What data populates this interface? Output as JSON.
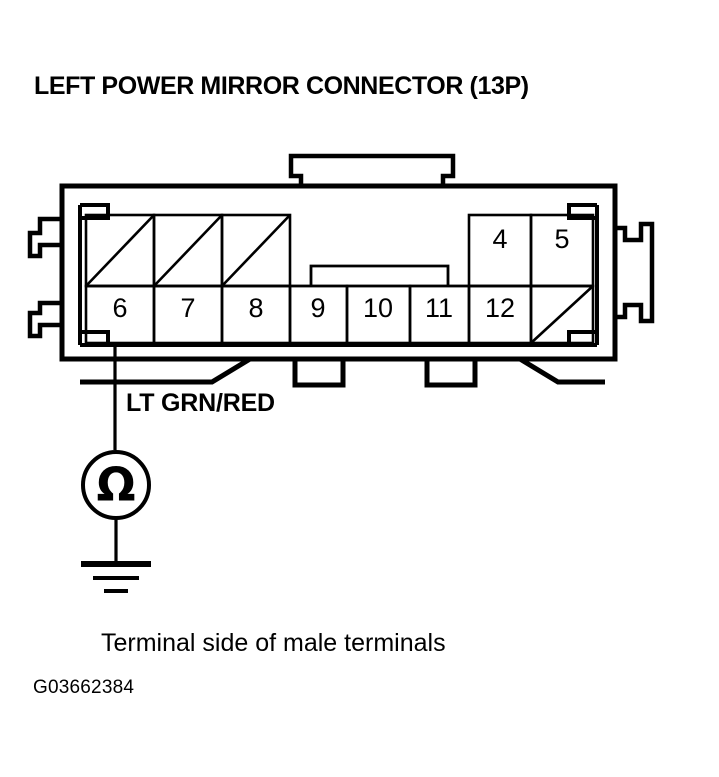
{
  "figure": {
    "title": "LEFT POWER MIRROR CONNECTOR (13P)",
    "caption": "Terminal side of male terminals",
    "figure_id": "G03662384",
    "wire_label": "LT GRN/RED",
    "background_color": "#ffffff",
    "line_color": "#000000"
  },
  "connector": {
    "type": "13P",
    "name": "Left Power Mirror Connector",
    "view": "Terminal side of male terminals",
    "top_row": {
      "cells": [
        {
          "label": "",
          "blanked": true,
          "name": "top-cell-blank-1"
        },
        {
          "label": "",
          "blanked": true,
          "name": "top-cell-blank-2"
        },
        {
          "label": "",
          "blanked": true,
          "name": "top-cell-blank-3"
        },
        {
          "label": "4",
          "blanked": false,
          "name": "top-cell-4"
        },
        {
          "label": "5",
          "blanked": false,
          "name": "top-cell-5"
        }
      ]
    },
    "bottom_row": {
      "cells": [
        {
          "label": "6",
          "blanked": false,
          "name": "bottom-cell-6"
        },
        {
          "label": "7",
          "blanked": false,
          "name": "bottom-cell-7"
        },
        {
          "label": "8",
          "blanked": false,
          "name": "bottom-cell-8"
        },
        {
          "label": "9",
          "blanked": false,
          "name": "bottom-cell-9"
        },
        {
          "label": "10",
          "blanked": false,
          "name": "bottom-cell-10"
        },
        {
          "label": "11",
          "blanked": false,
          "name": "bottom-cell-11"
        },
        {
          "label": "12",
          "blanked": false,
          "name": "bottom-cell-12"
        },
        {
          "label": "",
          "blanked": true,
          "name": "bottom-cell-blank"
        }
      ]
    }
  },
  "test_circuit": {
    "probe_pin": "6",
    "wire_color": "LT GRN/RED",
    "meter_symbol": "Ω",
    "meter_type": "ohmmeter",
    "ground_symbol": "earth-ground"
  }
}
